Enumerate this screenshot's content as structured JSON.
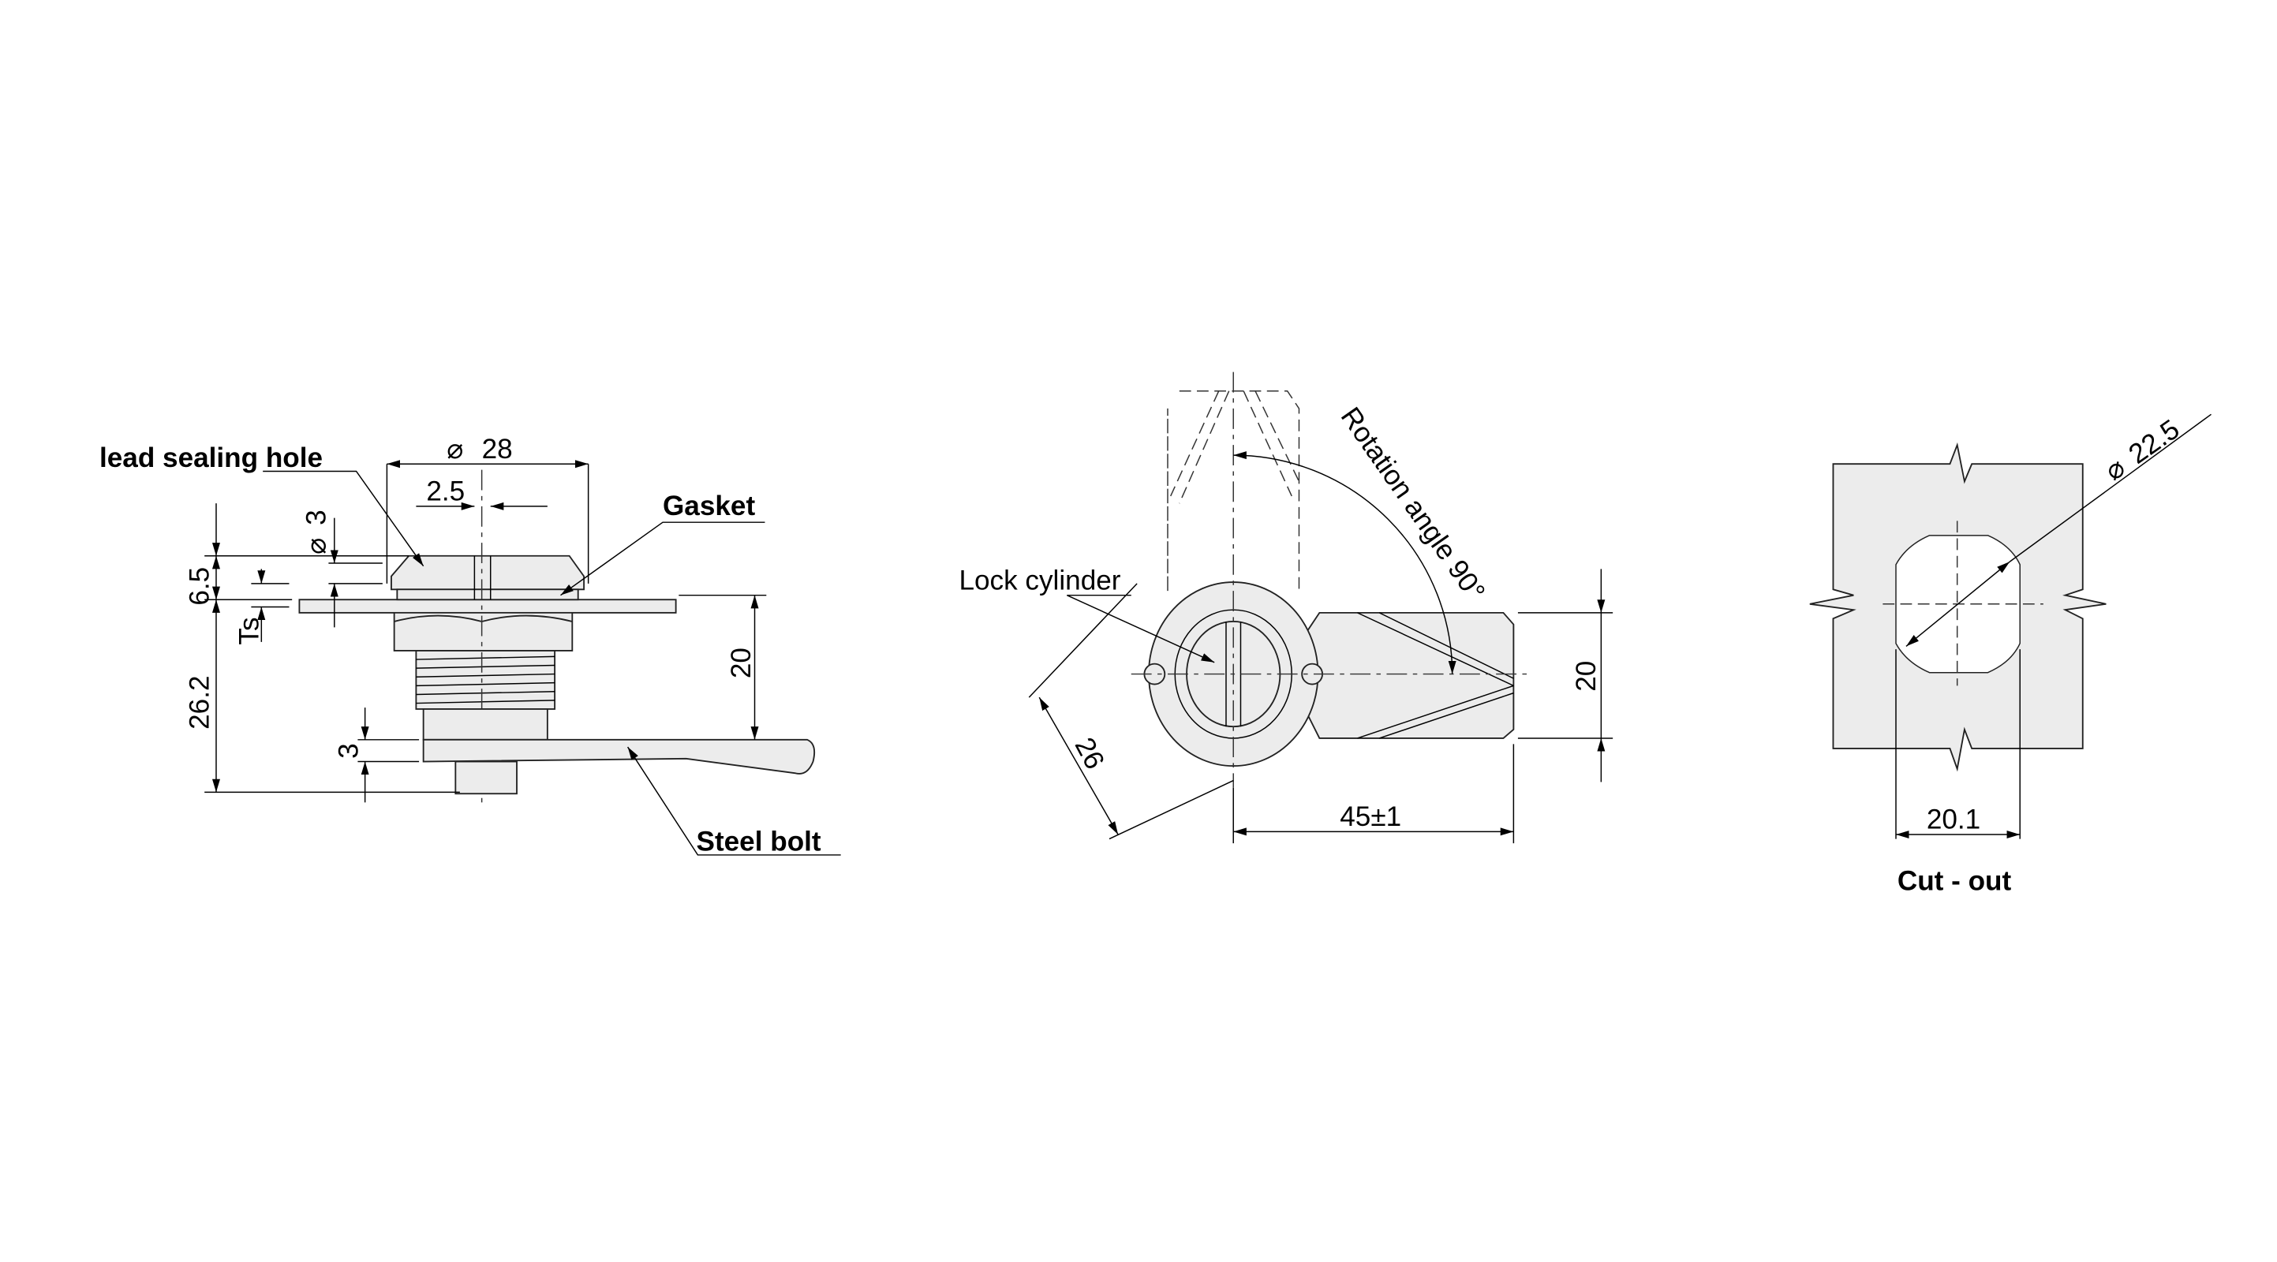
{
  "side_view": {
    "labels": {
      "lead_sealing_hole": "lead sealing hole",
      "gasket": "Gasket",
      "steel_bolt": "Steel bolt"
    },
    "dimensions": {
      "diameter_28": "28",
      "width_2_5": "2.5",
      "diameter_3": "3",
      "height_6_5": "6.5",
      "ts": "Ts",
      "height_26_2": "26.2",
      "height_3": "3",
      "height_20": "20"
    }
  },
  "front_view": {
    "labels": {
      "lock_cylinder": "Lock cylinder",
      "rotation": "Rotation angle 90°"
    },
    "dimensions": {
      "diag_26": "26",
      "height_20": "20",
      "length_45": "45±1"
    }
  },
  "cutout_view": {
    "title": "Cut - out",
    "dimensions": {
      "diameter_22_5": "22.5",
      "width_20_1": "20.1"
    }
  },
  "diameter_symbol": "⌀",
  "colors": {
    "fill": "#ececec",
    "line": "#000000"
  }
}
